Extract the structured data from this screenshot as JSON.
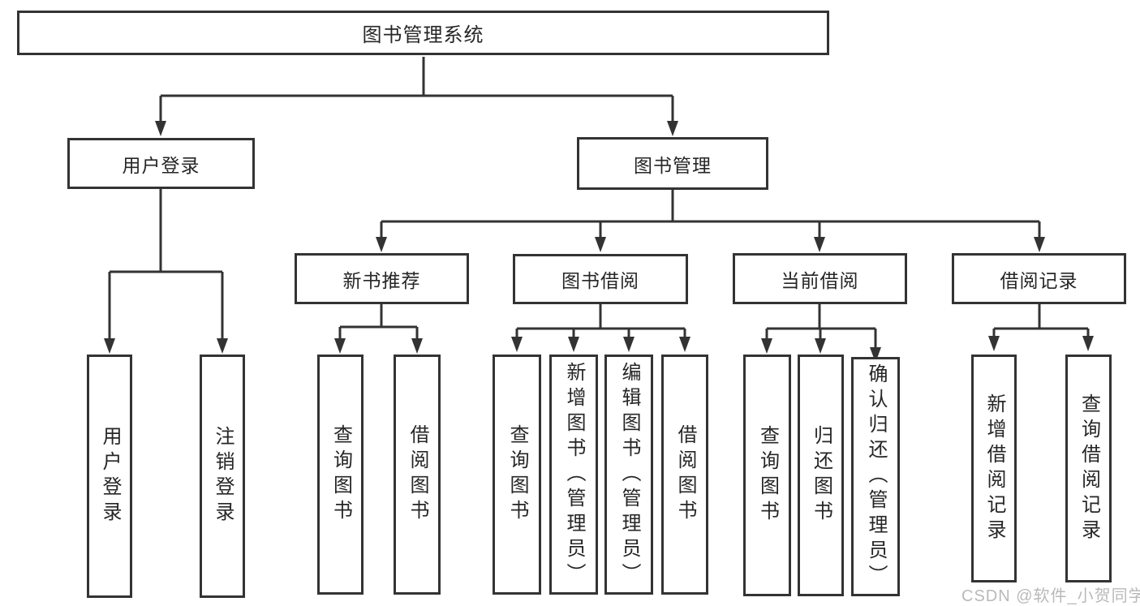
{
  "colors": {
    "line": "#333333",
    "text": "#262626",
    "watermark": "#b9b9b9",
    "background": "#ffffff"
  },
  "watermark": {
    "text": "CSDN @软件_小贺同学"
  },
  "tree": {
    "label": "图书管理系统",
    "children": [
      {
        "label": "用户登录",
        "children": [
          {
            "label": "用户登录"
          },
          {
            "label": "注销登录"
          }
        ]
      },
      {
        "label": "图书管理",
        "children": [
          {
            "label": "新书推荐",
            "children": [
              {
                "label": "查询图书"
              },
              {
                "label": "借阅图书"
              }
            ]
          },
          {
            "label": "图书借阅",
            "children": [
              {
                "label": "查询图书"
              },
              {
                "label": "新增图书（管理员）"
              },
              {
                "label": "编辑图书（管理员）"
              },
              {
                "label": "借阅图书"
              }
            ]
          },
          {
            "label": "当前借阅",
            "children": [
              {
                "label": "查询图书"
              },
              {
                "label": "归还图书"
              },
              {
                "label": "确认归还（管理员）"
              }
            ]
          },
          {
            "label": "借阅记录",
            "children": [
              {
                "label": "新增借阅记录"
              },
              {
                "label": "查询借阅记录"
              }
            ]
          }
        ]
      }
    ]
  }
}
